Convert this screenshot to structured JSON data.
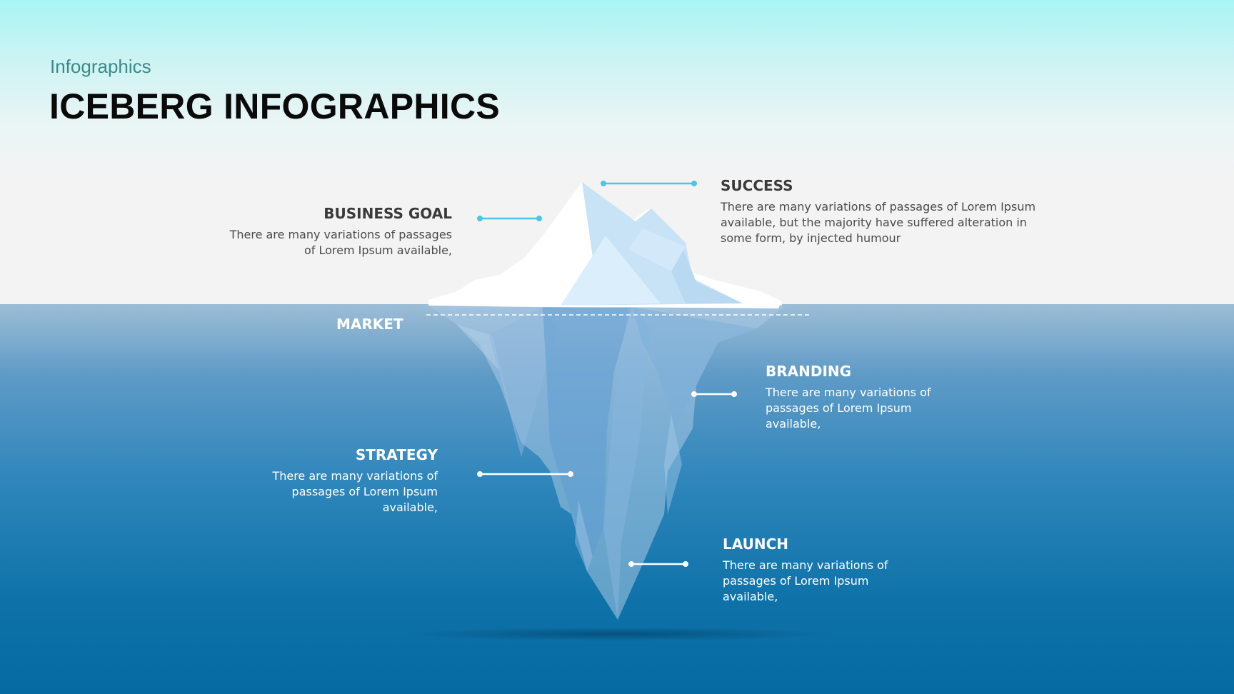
{
  "header": {
    "subtitle": "Infographics",
    "title": "ICEBERG INFOGRAPHICS"
  },
  "items": {
    "business_goal": {
      "label": "BUSINESS GOAL",
      "desc": "There are many variations of passages of Lorem Ipsum available,"
    },
    "success": {
      "label": "SUCCESS",
      "desc": "There are many variations of passages of Lorem Ipsum available, but the majority have suffered alteration in some form, by injected humour"
    },
    "market": {
      "label": "MARKET"
    },
    "branding": {
      "label": "BRANDING",
      "desc": "There are many variations of passages of Lorem Ipsum available,"
    },
    "strategy": {
      "label": "STRATEGY",
      "desc": "There are many variations of passages of Lorem Ipsum available,"
    },
    "launch": {
      "label": "LAUNCH",
      "desc": "There are many variations of passages of Lorem Ipsum available,"
    }
  },
  "colors": {
    "accent": "#4fc3e8",
    "heading_dark": "#3a3a3a",
    "subtitle": "#3b8a8a",
    "underwater_text": "#ffffff"
  }
}
